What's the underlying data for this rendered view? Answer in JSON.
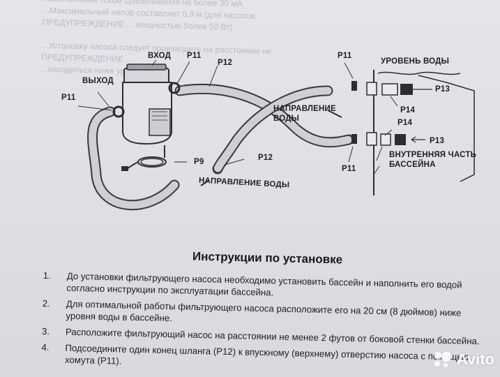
{
  "background_text": [
    "номинальным током срабатывания не более 30 мА.",
    "...Максимальный напор составляет 0,9 м (для насосов",
    "ПРЕДУПРЕЖДЕНИЕ ... мощностью более 50 Вт)",
    "...Установку насоса следует производить на расстоянии не",
    "ПРЕДУПРЕЖДЕНИЕ ...",
    "...находиться ниже уровня воды..."
  ],
  "diagram_labels": {
    "inlet": "ВХОД",
    "outlet": "ВЫХОД",
    "p11_top": "P11",
    "p11_left": "P11",
    "p11_right_top": "P11",
    "p11_right_bottom": "P11",
    "p12_top": "P12",
    "p12_bottom": "P12",
    "p9": "P9",
    "p13_top": "P13",
    "p13_bottom": "P13",
    "p14_top": "P14",
    "p14_bottom": "P14",
    "water_level": "УРОВЕНЬ ВОДЫ",
    "water_direction_right_line1": "НАПРАВЛЕНИЕ",
    "water_direction_right_line2": "ВОДЫ",
    "water_direction_bottom": "НАПРАВЛЕНИЕ ВОДЫ",
    "pool_inside_line1": "ВНУТРЕННЯЯ ЧАСТЬ",
    "pool_inside_line2": "БАССЕЙНА"
  },
  "instructions": {
    "title": "Инструкции по установке",
    "steps": [
      {
        "num": "1.",
        "text": "До установки фильтрующего насоса необходимо установить бассейн и наполнить его водой согласно инструкции по эксплуатации бассейна."
      },
      {
        "num": "2.",
        "text": "Для оптимальной работы фильтрующего насоса расположите его на 20 см (8 дюймов) ниже уровня воды в бассейне."
      },
      {
        "num": "3.",
        "text": "Расположите фильтрующий насос на расстоянии не менее 2 футов от боковой стенки бассейна."
      },
      {
        "num": "4.",
        "text": "Подсоедините один конец шланга (P12) к впускному (верхнему) отверстию насоса с помощью хомута (P11)."
      }
    ]
  },
  "watermark": {
    "text": "Avito",
    "icon": "avito-logo-icon"
  }
}
